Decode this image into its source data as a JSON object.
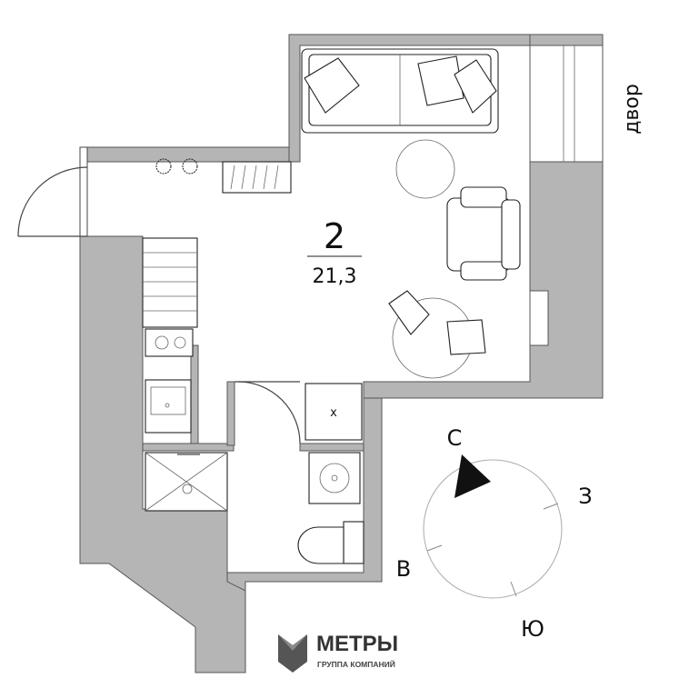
{
  "room": {
    "number": "2",
    "area": "21,3"
  },
  "yard_label": "двор",
  "compass": {
    "north": "С",
    "east": "В",
    "south": "Ю",
    "west": "З"
  },
  "appliance_mark": "x",
  "logo": {
    "name": "МЕТРЫ",
    "tagline": "ГРУППА КОМПАНИЙ"
  },
  "colors": {
    "wall": "#b5b5b5",
    "line": "#444444"
  }
}
